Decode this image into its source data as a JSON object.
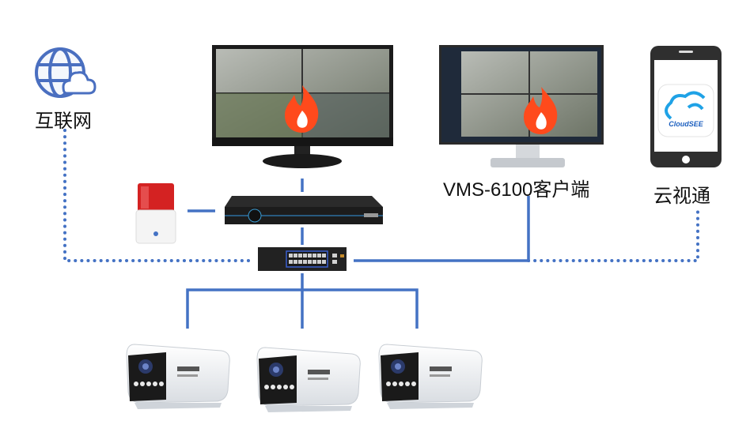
{
  "labels": {
    "internet": "互联网",
    "vms_client": "VMS-6100客户端",
    "cloud_app": "云视通",
    "app_logo_text": "CloudSEE"
  },
  "colors": {
    "link": "#4472C4",
    "flame": "#FF4A1C",
    "device": "#1E1E1E"
  }
}
